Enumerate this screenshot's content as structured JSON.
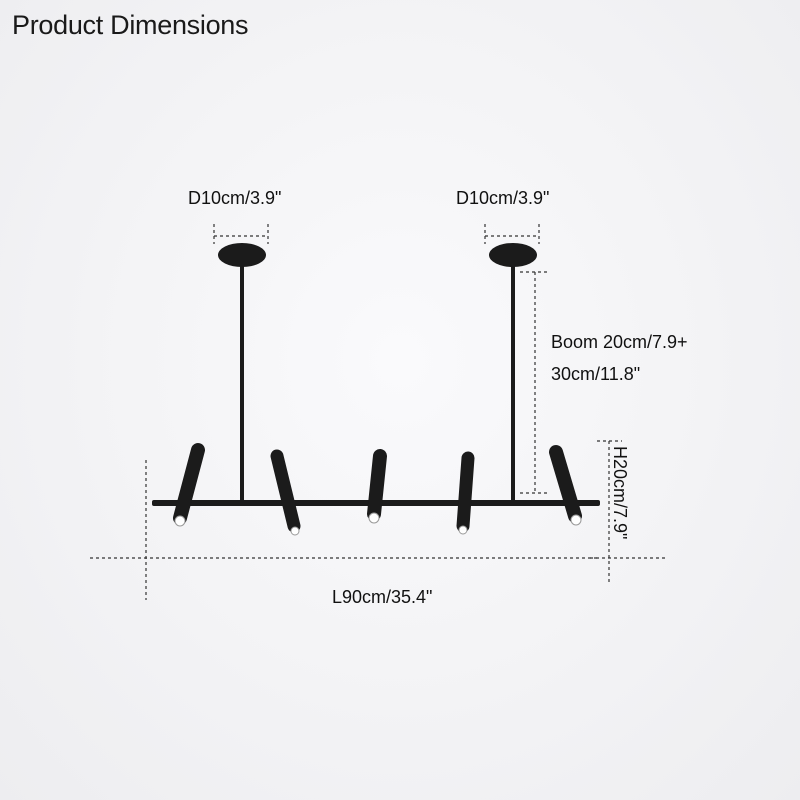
{
  "title": "Product Dimensions",
  "dimensions": {
    "canopy_left": "D10cm/3.9\"",
    "canopy_right": "D10cm/3.9\"",
    "boom_line1": "Boom 20cm/7.9+",
    "boom_line2": "30cm/11.8\"",
    "height": "H20cm/7.9\"",
    "length": "L90cm/35.4\""
  },
  "colors": {
    "fixture": "#1b1b1b",
    "dimension_line": "#333333",
    "background": "#f3f3f5"
  }
}
